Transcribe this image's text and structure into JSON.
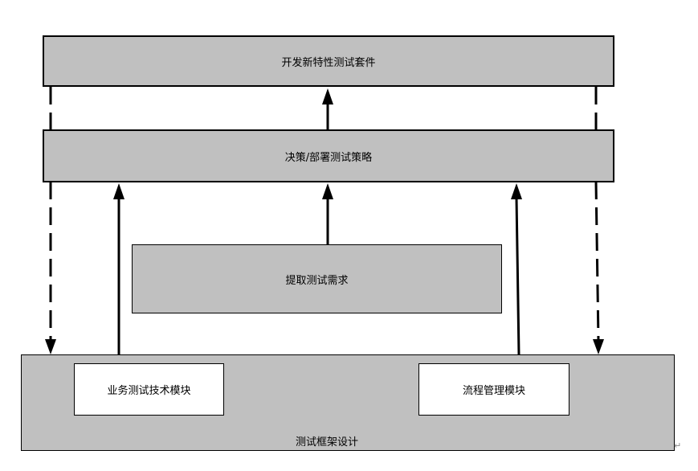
{
  "nodes": {
    "dev_suite": "开发新特性测试套件",
    "decision": "决策/部署测试策略",
    "extract": "提取测试需求",
    "framework": "测试框架设计",
    "business_module": "业务测试技术模块",
    "process_module": "流程管理模块"
  },
  "edges": [
    {
      "from": "decision",
      "to": "dev_suite",
      "style": "solid"
    },
    {
      "from": "extract",
      "to": "decision",
      "style": "solid"
    },
    {
      "from": "business_module",
      "to": "decision",
      "style": "solid"
    },
    {
      "from": "process_module",
      "to": "decision",
      "style": "solid"
    },
    {
      "from": "dev_suite",
      "to": "framework",
      "style": "dashed"
    },
    {
      "from": "dev_suite",
      "to": "framework",
      "style": "dashed"
    }
  ],
  "colors": {
    "box_fill": "#c0c0c0",
    "inner_fill": "#ffffff",
    "line": "#000000"
  },
  "paragraph_mark": "↵"
}
